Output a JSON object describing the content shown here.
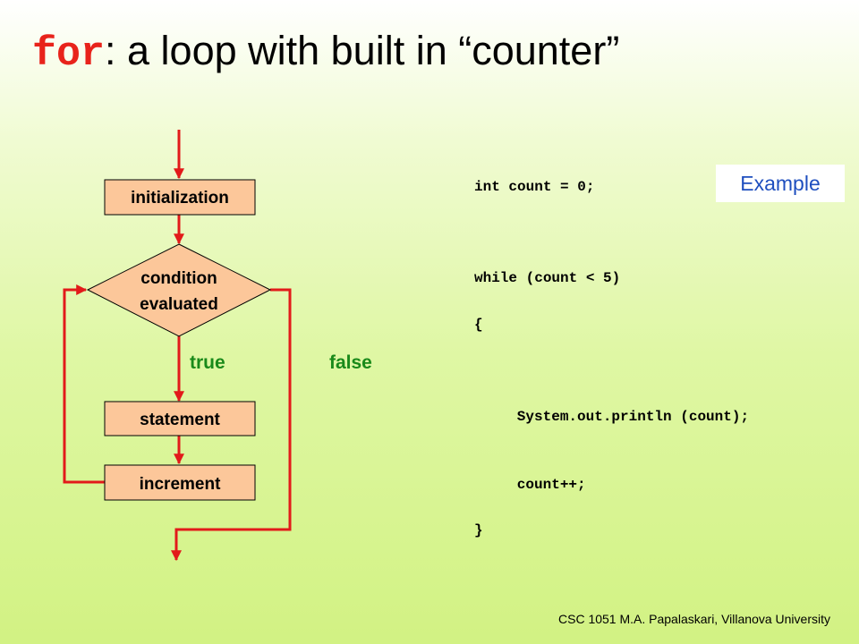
{
  "title": {
    "keyword": "for",
    "rest": ": a loop with built in “counter”"
  },
  "flowchart": {
    "initialization": "initialization",
    "condition_line1": "condition",
    "condition_line2": "evaluated",
    "true_label": "true",
    "false_label": "false",
    "statement": "statement",
    "increment": "increment"
  },
  "code": {
    "line1": "int count = 0;",
    "line2": "while (count < 5)",
    "line3": "{",
    "line4": "   System.out.println (count);",
    "line5": "   count++;",
    "line6": "}"
  },
  "badge": "Example",
  "footer": "CSC 1051 M.A. Papalaskari, Villanova University",
  "colors": {
    "arrow": "#e21a1a",
    "box_fill": "#fcc79a",
    "keyword": "#e8231b",
    "branch_label": "#1a8a1a",
    "badge_text": "#1f4fbf"
  }
}
